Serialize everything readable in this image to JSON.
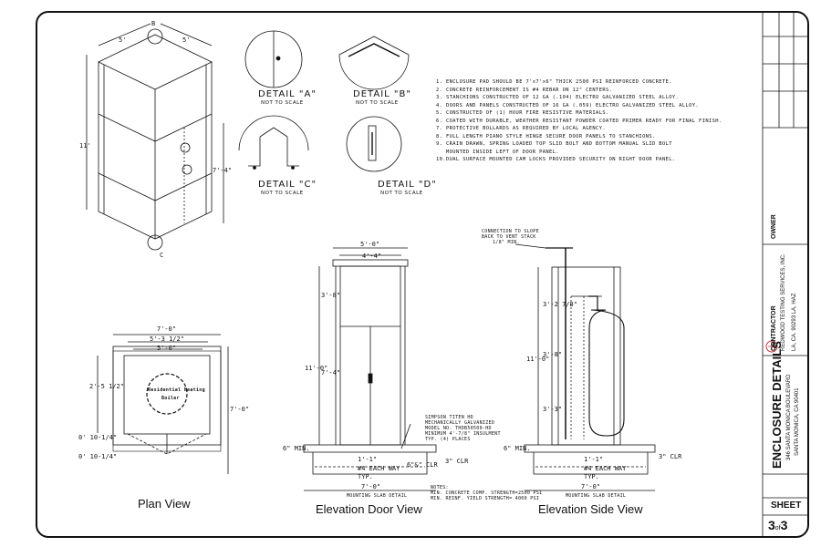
{
  "captions": {
    "plan": "Plan View",
    "door": "Elevation Door View",
    "side": "Elevation Side View"
  },
  "details": {
    "a": {
      "title": "DETAIL \"A\"",
      "scale": "NOT TO SCALE"
    },
    "b": {
      "title": "DETAIL \"B\"",
      "scale": "NOT TO SCALE"
    },
    "c": {
      "title": "DETAIL \"C\"",
      "scale": "NOT TO SCALE"
    },
    "d": {
      "title": "DETAIL \"D\"",
      "scale": "NOT TO SCALE"
    }
  },
  "notes": [
    {
      "n": "1.",
      "text": "ENCLOSURE PAD SHOULD BE 7'x7'x6\" THICK 2500 PSI REINFORCED CONCRETE."
    },
    {
      "n": "2.",
      "text": "CONCRETE REINFORCEMENT IS #4 REBAR ON 12\" CENTERS."
    },
    {
      "n": "3.",
      "text": "STANCHIONS CONSTRUCTED OF 12 GA (.104) ELECTRO GALVANIZED STEEL ALLOY."
    },
    {
      "n": "4.",
      "text": "DOORS AND PANELS CONSTRUCTED OF 16 GA (.059) ELECTRO GALVANIZED STEEL ALLOY."
    },
    {
      "n": "5.",
      "text": "CONSTRUCTED OF (1) HOUR FIRE RESISTIVE MATERIALS."
    },
    {
      "n": "6.",
      "text": "COATED WITH DURABLE, WEATHER RESISTANT POWDER COATED PRIMER READY FOR FINAL FINISH."
    },
    {
      "n": "7.",
      "text": "PROTECTIVE BOLLARDS AS REQUIRED BY LOCAL AGENCY."
    },
    {
      "n": "8.",
      "text": "FULL LENGTH PIANO STYLE HINGE SECURE DOOR PANELS TO STANCHIONS."
    },
    {
      "n": "9.",
      "text": "CRAIN DRAWN, SPRING LOADED TOP SLID BOLT AND BOTTOM MANUAL SLID BOLT"
    },
    {
      "n": "",
      "text": "MOUNTED INSIDE LEFT OF DOOR PANEL."
    },
    {
      "n": "10.",
      "text": "DUAL SURFACE MOUNTED CAM LOCKS PROVIDED SECURITY ON RIGHT DOOR PANEL."
    }
  ],
  "iso_dims": {
    "w1": "5'",
    "w2": "5'",
    "h": "11'",
    "door_h": "7'-4\"",
    "top_tag": "B",
    "bottom_tag": "C"
  },
  "plan_dims": {
    "overall": "7'-0\"",
    "inner1": "5'-3 1/2\"",
    "inner2": "5'-0\"",
    "depth": "7'-0\"",
    "left1": "2'-5 1/2\"",
    "left2": "0' 10-1/4\"",
    "left3": "0' 10-1/4\"",
    "tank_l1": "Residential Heating",
    "tank_l2": "Boiler"
  },
  "door_dims": {
    "top1": "5'-0\"",
    "top2": "4'-4\"",
    "h1": "3'-8\"",
    "h2": "7'-4\"",
    "h_total": "11'-0\"",
    "min": "6\" MIN.",
    "each1": "1'-1\"",
    "each2": "#4 EACH WAY",
    "typ": "TYP.",
    "clr": "3\" CLR",
    "clr2": "6\"&\" CLR",
    "base": "7'-0\"",
    "slab": "MOUNTING SLAB DETAIL",
    "anchor": [
      "SIMPSON TITEN HD",
      "MECHANICALLY GALVANIZED",
      "MODEL NO. THDB50500-HD",
      "MINIMUM 4'-7/8\" INSULMENT",
      "TYP. (4) PLACES"
    ]
  },
  "side_dims": {
    "conn": [
      "CONNECTION TO SLOPE",
      "BACK TO VENT STACK",
      "1/8\" MIN."
    ],
    "v1": "3'-2 7/8\"",
    "v2": "11'-0\"",
    "v3": "3'-8\"",
    "v4": "3'-3\"",
    "min": "6\" MIN.",
    "each1": "1'-1\"",
    "each2": "#4 EACH WAY",
    "typ": "TYP.",
    "clr": "3\" CLR",
    "base": "7'-0\"",
    "slab": "MOUNTING SLAB DETAIL"
  },
  "footnotes": [
    "NOTES:",
    "MIN. CONCRETE COMP. STRENGTH=2500 PSI",
    "MIN. REINF. YIELD STRENGTH= 4000 PSI"
  ],
  "title_block": {
    "owner_label": "OWNER",
    "contractor_label": "CONTRACTOR",
    "contractor_name": "REDWOOD TESTING SERVICES, INC.",
    "contractor_loc": "LA, CA. 90293 LA, HAZ",
    "drawing_title": "ENCLOSURE DETAILS",
    "address1": "346 SANTA MONICA BOULEVARD",
    "address2": "SANTA MONICA, CA 90401",
    "sheet_label": "SHEET",
    "sheet_no": "3",
    "sheet_of": "of",
    "sheet_total": "3"
  }
}
